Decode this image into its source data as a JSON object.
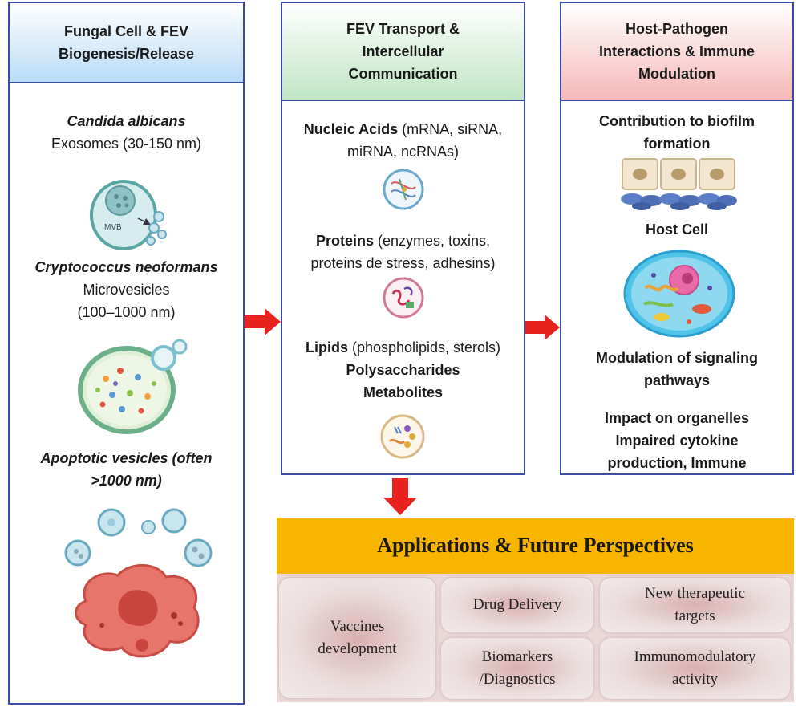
{
  "columns": {
    "biogenesis": {
      "title": "Fungal Cell & FEV\nBiogenesis/Release",
      "candida_name": "Candida albicans",
      "candida_type": "Exosomes (30-150 nm)",
      "mvb_label": "MVB",
      "crypto_name": "Cryptococcus neoformans",
      "crypto_type": "Microvesicles",
      "crypto_size": "(100–1000 nm)",
      "apoptotic_line1": "Apoptotic vesicles (often",
      "apoptotic_line2": ">1000 nm)"
    },
    "transport": {
      "title": "FEV Transport &\nIntercellular\nCommunication",
      "nucleic_bold": "Nucleic Acids",
      "nucleic_rest": " (mRNA, siRNA,",
      "nucleic_line2": "miRNA,  ncRNAs)",
      "proteins_bold": "Proteins",
      "proteins_rest": " (enzymes, toxins,",
      "proteins_line2": "proteins de stress, adhesins)",
      "lipids_bold": "Lipids",
      "lipids_rest": " (phospholipids, sterols)",
      "polysaccharides": "Polysaccharides",
      "metabolites": "Metabolites"
    },
    "host": {
      "title": "Host-Pathogen\nInteractions & Immune\nModulation",
      "biofilm_line1": "Contribution to biofilm",
      "biofilm_line2": "formation",
      "host_cell": "Host Cell",
      "signaling_line1": "Modulation of signaling",
      "signaling_line2": "pathways",
      "impact_line1": "Impact on organelles",
      "impact_line2": "Impaired cytokine",
      "impact_line3": "production, Immune"
    }
  },
  "applications": {
    "title": "Applications & Future Perspectives",
    "vaccines": "Vaccines\ndevelopment",
    "drug_delivery": "Drug Delivery",
    "therapeutic": "New therapeutic\ntargets",
    "biomarkers": "Biomarkers\n/Diagnostics",
    "immunomodulatory": "Immunomodulatory\nactivity"
  },
  "colors": {
    "border": "#3b4ba8",
    "arrow": "#e8231f",
    "apps_bar": "#f8b500",
    "apps_area": "#ead8d8"
  },
  "icons": [
    "mvb-exosome-icon",
    "microvesicle-icon",
    "apoptotic-cell-icon",
    "nucleic-acid-icon",
    "protein-icon",
    "lipid-icon",
    "biofilm-icon",
    "host-cell-icon",
    "right-arrow-icon",
    "down-arrow-icon"
  ]
}
